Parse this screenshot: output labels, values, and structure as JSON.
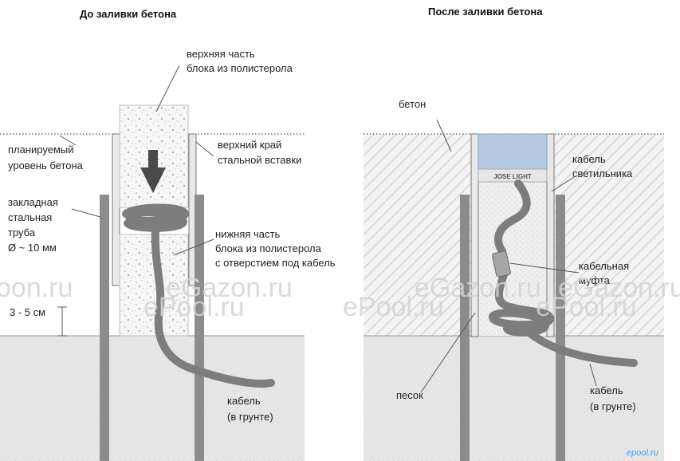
{
  "titles": {
    "before": "До заливки бетона",
    "after": "После заливки бетона"
  },
  "left_labels": {
    "upper_block": [
      "верхняя часть",
      "блока из полистерола"
    ],
    "planned_level": [
      "планируемый",
      "уровень бетона"
    ],
    "insert_top_edge": [
      "верхний край",
      "стальной вставки"
    ],
    "embedded_pipe": [
      "закладная",
      "стальная",
      "труба",
      "Ø ~ 10 мм"
    ],
    "lower_block": [
      "нижняя часть",
      "блока из полистерола",
      "с отверстием под кабель"
    ],
    "depth": "3 - 5 см",
    "cable_in_ground": [
      "кабель",
      "(в грунте)"
    ]
  },
  "right_labels": {
    "concrete": "бетон",
    "lamp_cable": [
      "кабель",
      "светильника"
    ],
    "cable_coupling": [
      "кабельная",
      "муфта"
    ],
    "sand": "песок",
    "cable_in_ground": [
      "кабель",
      "(в грунте)"
    ]
  },
  "lamp_brand": "JOSE LIGHT",
  "watermarks": [
    "oon.ru",
    "eGazon.ru",
    "ePool.ru",
    "eGazon.ru",
    "ePool.ru",
    "eGazon.ru",
    "ePool.ru"
  ],
  "signature": "epool.ru",
  "colors": {
    "pipe": "#8c8c8c",
    "cable": "#7d7d7d",
    "ground": "#e4e4e4",
    "lamp": "#b7cce3",
    "hatch": "#c9c9c9"
  }
}
